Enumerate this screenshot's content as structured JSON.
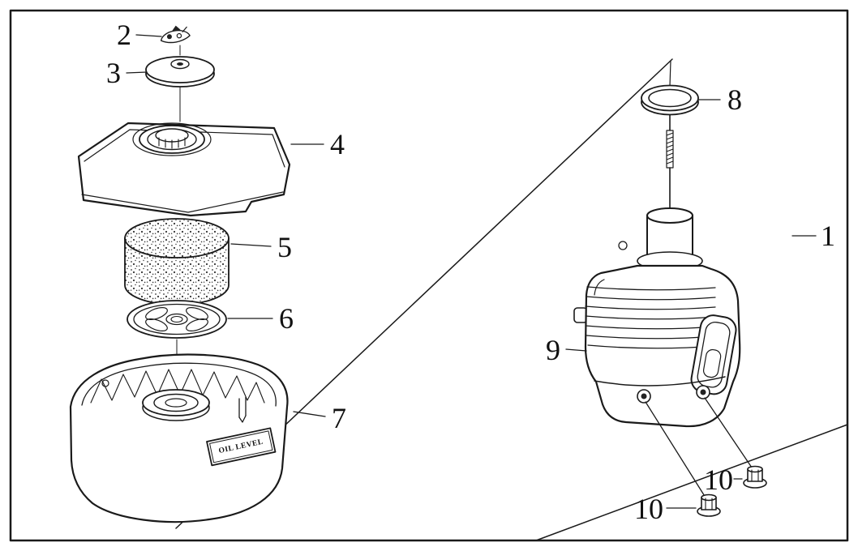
{
  "diagram": {
    "colors": {
      "line": "#1a1a1a",
      "background": "#ffffff"
    },
    "labels": {
      "part1": "1",
      "part2": "2",
      "part3": "3",
      "part4": "4",
      "part5": "5",
      "part6": "6",
      "part7": "7",
      "part8": "8",
      "part9": "9",
      "part10a": "10",
      "part10b": "10"
    },
    "case_text": "OIL LEVEL"
  }
}
